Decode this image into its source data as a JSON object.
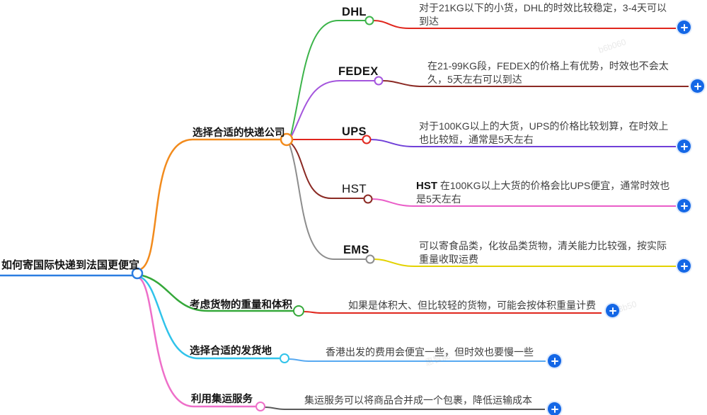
{
  "root": {
    "label": "如何寄国际快递到法国更便宜"
  },
  "branch_courier": {
    "label": "选择合适的快递公司",
    "dhl": {
      "label": "DHL",
      "desc": "对于21KG以下的小货，DHL的时效比较稳定，3-4天可以\n到达"
    },
    "fedex": {
      "label": "FEDEX",
      "desc": "在21-99KG段，FEDEX的价格上有优势，时效也不会太\n久，5天左右可以到达"
    },
    "ups": {
      "label": "UPS",
      "desc": "对于100KG以上的大货，UPS的价格比较划算，在时效上\n也比较短，通常是5天左右"
    },
    "hst": {
      "label": "HST",
      "desc_bold": "HST",
      "desc_rest": " 在100KG以上大货的价格会比UPS便宜，通常时效也\n是5天左右"
    },
    "ems": {
      "label": "EMS",
      "desc": "可以寄食品类，化妆品类货物，清关能力比较强，按实际\n重量收取运费"
    }
  },
  "branch_weight": {
    "label": "考虑货物的重量和体积",
    "desc": "如果是体积大、但比较轻的货物，可能会按体积重量计费"
  },
  "branch_origin": {
    "label": "选择合适的发货地",
    "desc": "香港出发的费用会便宜一些，但时效也要慢一些"
  },
  "branch_consolidation": {
    "label": "利用集运服务",
    "desc": "集运服务可以将商品合并成一个包裹，降低运输成本"
  },
  "colors": {
    "root_line": "#2b7de1",
    "branch_courier": "#f28b1d",
    "dhl": "#3cb44a",
    "fedex": "#a455dd",
    "ups": "#e0261d",
    "hst": "#8b2a24",
    "ems": "#8d8d8d",
    "dhl_desc": "#e0261d",
    "fedex_desc": "#8b2a24",
    "ups_desc": "#7040d8",
    "hst_desc": "#ea5ec8",
    "ems_desc": "#e3d200",
    "weight": "#35a83a",
    "weight_desc": "#e0261d",
    "origin": "#30c3ea",
    "origin_desc": "#57a9f1",
    "consolidation": "#ee6fc9",
    "consolidation_desc": "#5a5a5a",
    "plus_button": "#1467e6"
  },
  "watermarks": [
    "b6b060",
    "b93b50",
    "惠智能"
  ]
}
